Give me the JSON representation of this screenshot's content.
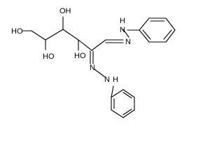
{
  "molecule": {
    "atom_labels": {
      "oh1": "HO",
      "oh2": "OH",
      "oh3": "HO",
      "oh4": "HO",
      "n1": "N",
      "nh1_n": "N",
      "nh1_h": "H",
      "n2": "N",
      "nh2_n": "N",
      "nh2_h": "H"
    }
  }
}
